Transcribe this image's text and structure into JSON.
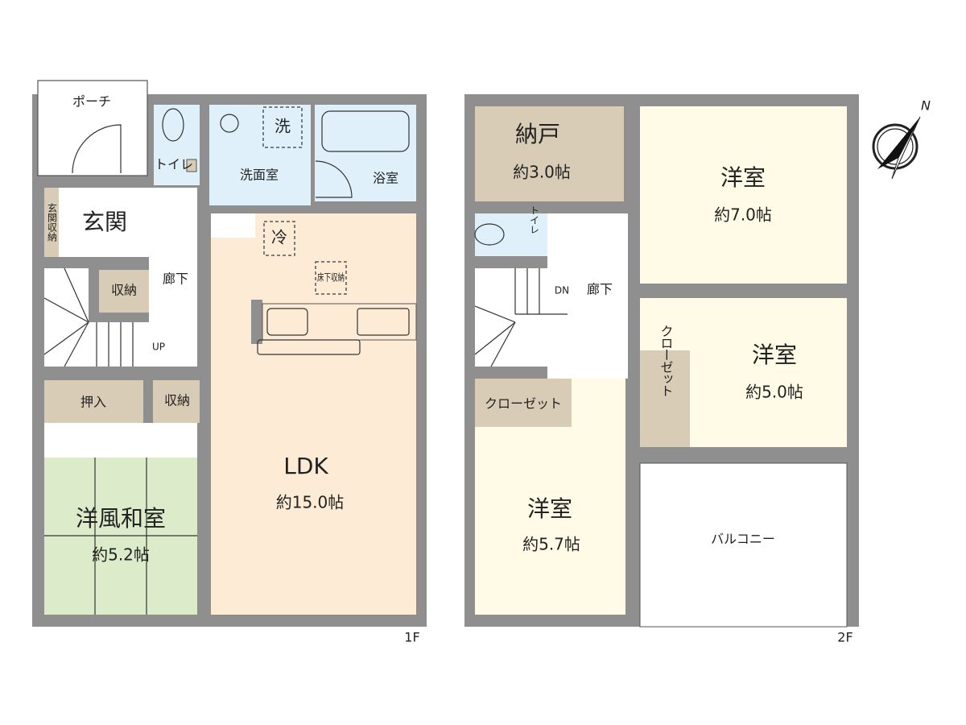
{
  "floor_1": {
    "label": "1F",
    "rooms": {
      "porch": "ポーチ",
      "entrance_storage": "玄関収納",
      "entrance": "玄関",
      "hallway": "廊下",
      "storage_stairs": "収納",
      "stairs_up": "UP",
      "toilet": "トイレ",
      "washroom": "洗面室",
      "washer": "洗",
      "bathroom": "浴室",
      "fridge": "冷",
      "underfloor_storage": "床下収納",
      "closet_oshiire": "押入",
      "storage_ldk": "収納",
      "ldk": "LDK",
      "ldk_size": "約15.0帖",
      "japanese_room": "洋風和室",
      "japanese_room_size": "約5.2帖"
    }
  },
  "floor_2": {
    "label": "2F",
    "rooms": {
      "storeroom": "納戸",
      "storeroom_size": "約3.0帖",
      "western_room_a": "洋室",
      "western_room_a_size": "約7.0帖",
      "toilet": "トイレ",
      "stairs_down": "DN",
      "hallway": "廊下",
      "western_room_b": "洋室",
      "western_room_b_size": "約5.0帖",
      "closet_b": "クローゼット",
      "closet_a": "クローゼット",
      "western_room_c": "洋室",
      "western_room_c_size": "約5.7帖",
      "balcony": "バルコニー"
    }
  },
  "compass": {
    "north_label": "N"
  },
  "colors": {
    "wall": "#8f8f8f",
    "storage": "#d8ccb6",
    "wet": "#dff0fb",
    "ldk": "#fdebd6",
    "japanese": "#dcebc9",
    "western": "#fffbe6"
  }
}
